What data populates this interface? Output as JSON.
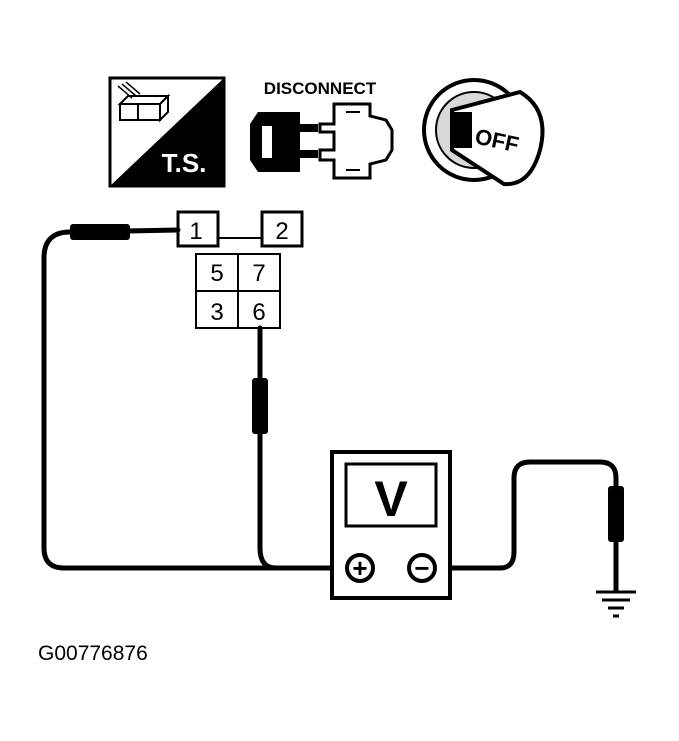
{
  "icons": {
    "troubleshooting": {
      "label": "T.S.",
      "icon": "troubleshooting-icon"
    },
    "disconnect": {
      "label": "DISCONNECT",
      "icon": "connector-disconnect-icon"
    },
    "ignition": {
      "label": "OFF",
      "icon": "ignition-key-off-icon"
    }
  },
  "connector": {
    "pins": [
      "1",
      "2",
      "5",
      "7",
      "3",
      "6"
    ]
  },
  "meter": {
    "symbol": "V",
    "positive": "+",
    "negative": "−"
  },
  "ground": {
    "icon": "ground-icon"
  },
  "figure_id": "G00776876",
  "colors": {
    "ink": "#000000",
    "paper": "#ffffff",
    "shade": "#d9d9d9"
  }
}
